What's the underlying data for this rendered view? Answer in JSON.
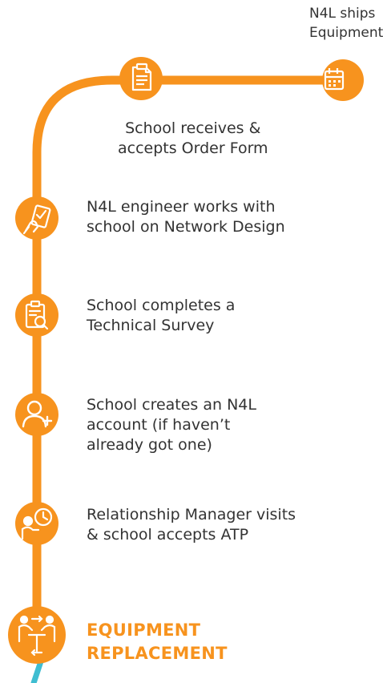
{
  "colors": {
    "accent": "#F7931E",
    "teal": "#3FBDD1",
    "text": "#333333"
  },
  "top_right_step": {
    "label": "N4L ships\nEquipment",
    "icon": "calendar-icon"
  },
  "steps": [
    {
      "label": "School receives &\naccepts Order Form",
      "icon": "form-icon"
    },
    {
      "label": "N4L engineer works with\nschool on Network Design",
      "icon": "hand-tablet-icon"
    },
    {
      "label": "School completes a\nTechnical Survey",
      "icon": "clipboard-search-icon"
    },
    {
      "label": "School creates an N4L\naccount (if haven’t\nalready got one)",
      "icon": "add-user-icon"
    },
    {
      "label": "Relationship Manager visits\n& school accepts ATP",
      "icon": "person-clock-icon"
    }
  ],
  "stage": {
    "title": "EQUIPMENT\nREPLACEMENT",
    "icon": "meeting-icon"
  }
}
